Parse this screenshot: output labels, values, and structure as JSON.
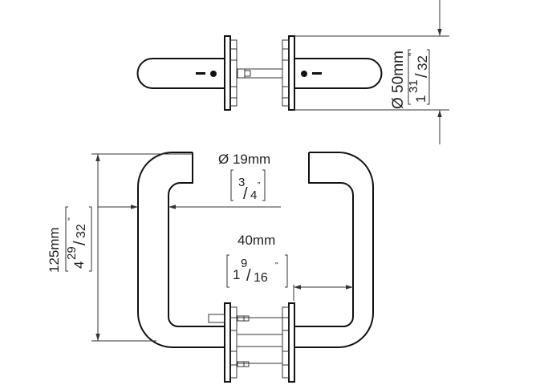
{
  "dimensions": {
    "rose_diameter": {
      "metric": "Ø 50mm",
      "imperial_whole": "1",
      "imperial_num": "31",
      "imperial_den": "32",
      "inch": "\""
    },
    "bar_diameter": {
      "metric": "Ø 19mm",
      "imperial_num": "3",
      "imperial_den": "4",
      "inch": "\""
    },
    "projection": {
      "metric": "40mm",
      "imperial_whole": "1",
      "imperial_num": "9",
      "imperial_den": "16",
      "inch": "\""
    },
    "height": {
      "metric": "125mm",
      "imperial_whole": "4",
      "imperial_num": "29",
      "imperial_den": "32",
      "inch": "\""
    }
  }
}
